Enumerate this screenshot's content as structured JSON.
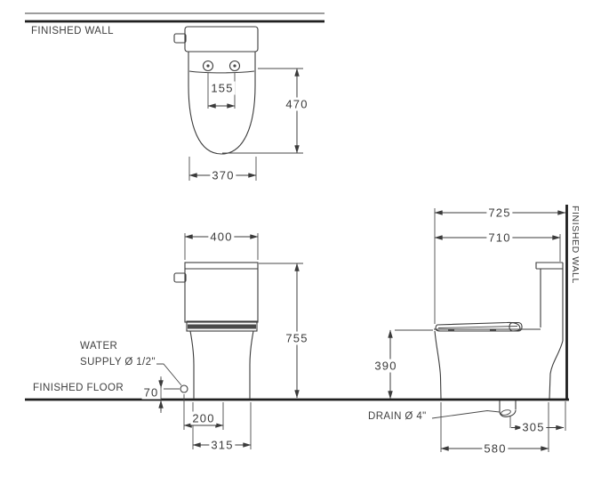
{
  "labels": {
    "finished_wall_top": "FINISHED WALL",
    "finished_floor": "FINISHED FLOOR",
    "finished_wall_side": "FINISHED WALL",
    "water_supply_line1": "WATER",
    "water_supply_line2": "SUPPLY Ø 1/2\"",
    "drain": "DRAIN Ø 4\""
  },
  "dimensions": {
    "top_view": {
      "hinge_spacing": "155",
      "bowl_depth": "470",
      "bowl_width": "370"
    },
    "front_view": {
      "tank_width": "400",
      "total_height": "755",
      "supply_height": "70",
      "supply_offset": "200",
      "base_width": "315"
    },
    "side_view": {
      "depth_to_wall": "725",
      "total_depth": "710",
      "rim_height": "390",
      "drain_offset": "305",
      "base_depth": "580"
    }
  },
  "colors": {
    "line": "#3b3b3b",
    "heavy_line": "#1f1f1f",
    "text": "#3f3f3f",
    "background": "#ffffff"
  }
}
